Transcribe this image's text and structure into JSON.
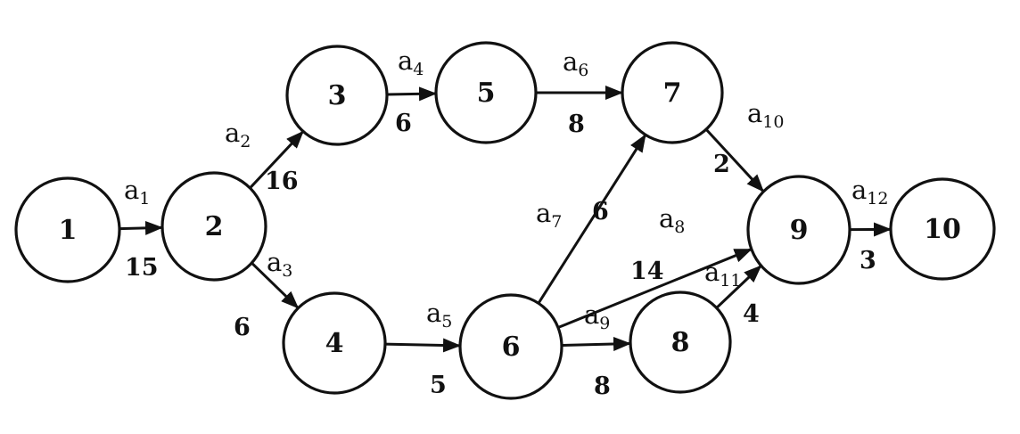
{
  "nodes": [
    {
      "id": "1",
      "label": "1"
    },
    {
      "id": "2",
      "label": "2"
    },
    {
      "id": "3",
      "label": "3"
    },
    {
      "id": "4",
      "label": "4"
    },
    {
      "id": "5",
      "label": "5"
    },
    {
      "id": "6",
      "label": "6"
    },
    {
      "id": "7",
      "label": "7"
    },
    {
      "id": "8",
      "label": "8"
    },
    {
      "id": "9",
      "label": "9"
    },
    {
      "id": "10",
      "label": "10"
    }
  ],
  "edges": [
    {
      "id": "a1",
      "from": "1",
      "to": "2",
      "name": "a",
      "sub": "1",
      "weight": "15"
    },
    {
      "id": "a2",
      "from": "2",
      "to": "3",
      "name": "a",
      "sub": "2",
      "weight": "16"
    },
    {
      "id": "a3",
      "from": "2",
      "to": "4",
      "name": "a",
      "sub": "3",
      "weight": "6"
    },
    {
      "id": "a4",
      "from": "3",
      "to": "5",
      "name": "a",
      "sub": "4",
      "weight": "6"
    },
    {
      "id": "a5",
      "from": "4",
      "to": "6",
      "name": "a",
      "sub": "5",
      "weight": "5"
    },
    {
      "id": "a6",
      "from": "5",
      "to": "7",
      "name": "a",
      "sub": "6",
      "weight": "8"
    },
    {
      "id": "a7",
      "from": "6",
      "to": "7",
      "name": "a",
      "sub": "7",
      "weight": "6"
    },
    {
      "id": "a8",
      "from": "6",
      "to": "9",
      "name": "a",
      "sub": "8",
      "weight": "14"
    },
    {
      "id": "a9",
      "from": "6",
      "to": "8",
      "name": "a",
      "sub": "9",
      "weight": "8"
    },
    {
      "id": "a10",
      "from": "7",
      "to": "9",
      "name": "a",
      "sub": "10",
      "weight": "2"
    },
    {
      "id": "a11",
      "from": "8",
      "to": "9",
      "name": "a",
      "sub": "11",
      "weight": "4"
    },
    {
      "id": "a12",
      "from": "9",
      "to": "10",
      "name": "a",
      "sub": "12",
      "weight": "3"
    }
  ]
}
